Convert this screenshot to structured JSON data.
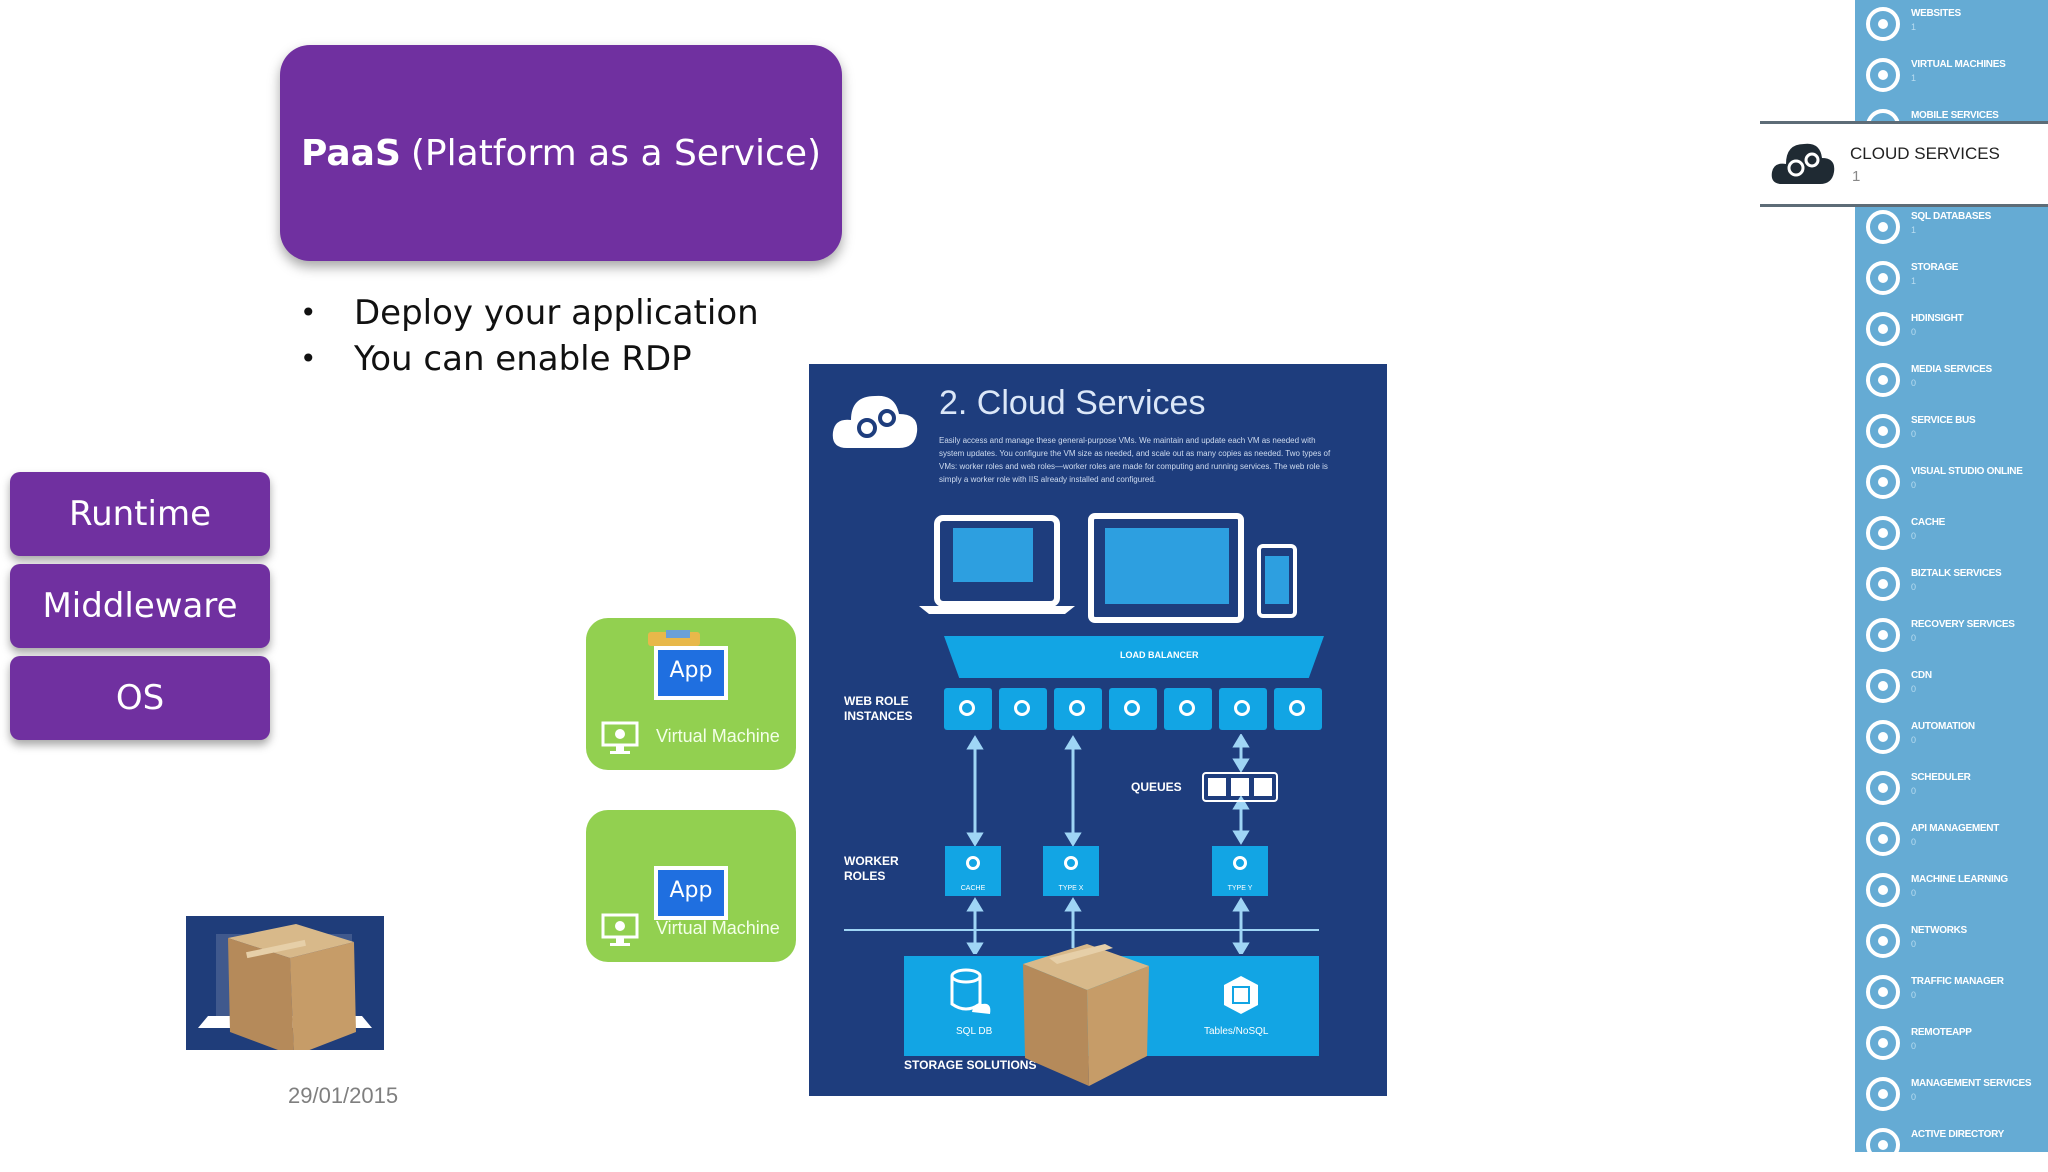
{
  "paas": {
    "bold": "PaaS",
    "rest": "(Platform as a Service)"
  },
  "bullets": [
    "Deploy your application",
    "You can enable RDP"
  ],
  "stack": [
    "Runtime",
    "Middleware",
    "OS"
  ],
  "vms": [
    {
      "app": "App",
      "label": "Virtual Machine"
    },
    {
      "app": "App",
      "label": "Virtual Machine"
    }
  ],
  "date": "29/01/2015",
  "infographic": {
    "title": "2. Cloud Services",
    "description": "Easily access and manage these general-purpose VMs. We maintain and update each VM as needed with system updates. You configure the VM size as needed, and scale out as many copies as needed. Two types of VMs: worker roles and web roles—worker roles are made for computing and running services. The web role is simply a worker role with IIS already installed and configured.",
    "load_balancer": "LOAD BALANCER",
    "web_role": "WEB ROLE INSTANCES",
    "queues": "QUEUES",
    "worker_roles": "WORKER ROLES",
    "workers": [
      "CACHE",
      "TYPE X",
      "TYPE Y"
    ],
    "sql": "SQL DB",
    "tables": "Tables/NoSQL",
    "storage": "STORAGE SOLUTIONS"
  },
  "selected_service": {
    "label": "CLOUD SERVICES",
    "count": "1"
  },
  "sidebar": [
    {
      "label": "WEBSITES",
      "count": "1",
      "icon": "websites-icon"
    },
    {
      "label": "VIRTUAL MACHINES",
      "count": "1",
      "icon": "virtual-machines-icon"
    },
    {
      "label": "MOBILE SERVICES",
      "count": "",
      "icon": "mobile-services-icon"
    },
    {
      "label": "SQL DATABASES",
      "count": "1",
      "icon": "sql-databases-icon"
    },
    {
      "label": "STORAGE",
      "count": "1",
      "icon": "storage-icon"
    },
    {
      "label": "HDINSIGHT",
      "count": "0",
      "icon": "hdinsight-icon"
    },
    {
      "label": "MEDIA SERVICES",
      "count": "0",
      "icon": "media-services-icon"
    },
    {
      "label": "SERVICE BUS",
      "count": "0",
      "icon": "service-bus-icon"
    },
    {
      "label": "VISUAL STUDIO ONLINE",
      "count": "0",
      "icon": "visual-studio-online-icon"
    },
    {
      "label": "CACHE",
      "count": "0",
      "icon": "cache-icon"
    },
    {
      "label": "BIZTALK SERVICES",
      "count": "0",
      "icon": "biztalk-services-icon"
    },
    {
      "label": "RECOVERY SERVICES",
      "count": "0",
      "icon": "recovery-services-icon"
    },
    {
      "label": "CDN",
      "count": "0",
      "icon": "cdn-icon"
    },
    {
      "label": "AUTOMATION",
      "count": "0",
      "icon": "automation-icon"
    },
    {
      "label": "SCHEDULER",
      "count": "0",
      "icon": "scheduler-icon"
    },
    {
      "label": "API MANAGEMENT",
      "count": "0",
      "icon": "api-management-icon"
    },
    {
      "label": "MACHINE LEARNING",
      "count": "0",
      "icon": "machine-learning-icon"
    },
    {
      "label": "NETWORKS",
      "count": "0",
      "icon": "networks-icon"
    },
    {
      "label": "TRAFFIC MANAGER",
      "count": "0",
      "icon": "traffic-manager-icon"
    },
    {
      "label": "REMOTEAPP",
      "count": "0",
      "icon": "remoteapp-icon"
    },
    {
      "label": "MANAGEMENT SERVICES",
      "count": "0",
      "icon": "management-services-icon"
    },
    {
      "label": "ACTIVE DIRECTORY",
      "count": "",
      "icon": "active-directory-icon"
    }
  ],
  "colors": {
    "paas_purple": "#7030a0",
    "vm_green": "#92d050",
    "azure_blue": "#65abd4",
    "navy": "#1e3d7d",
    "cyan": "#12a5e4"
  }
}
